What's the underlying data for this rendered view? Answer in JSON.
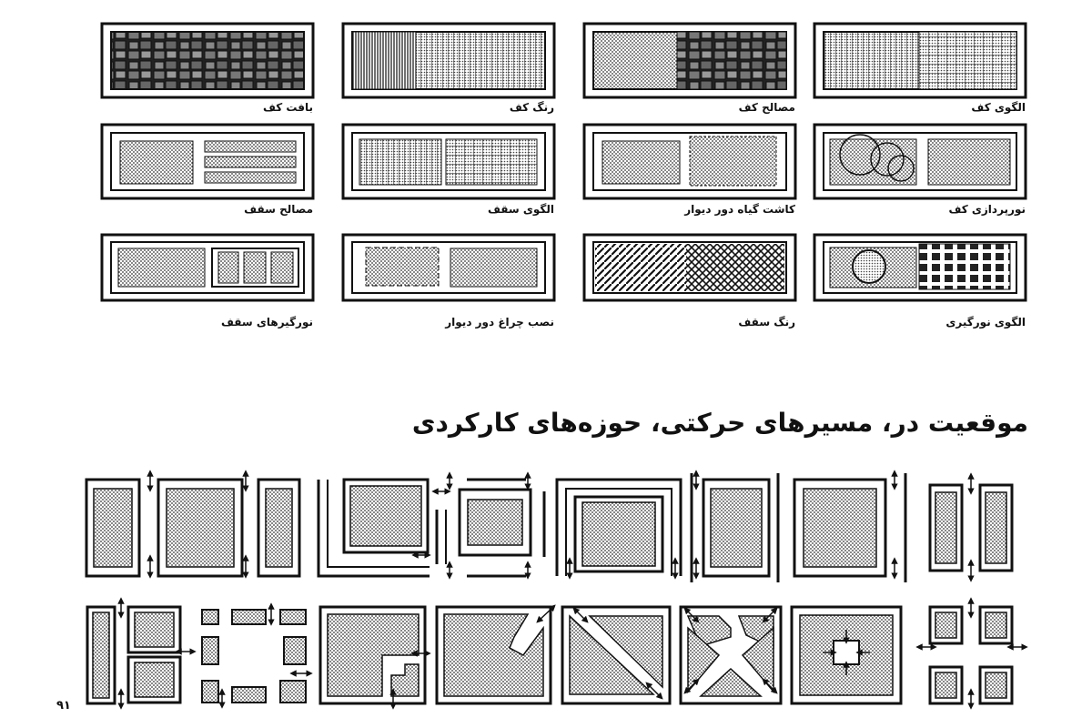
{
  "captions": {
    "floor_texture": "بافت کف",
    "floor_color": "رنگ کف",
    "floor_material": "مصالح کف",
    "floor_pattern": "الگوی کف",
    "ceiling_material": "مصالح سقف",
    "ceiling_pattern": "الگوی سقف",
    "wall_plants": "کاشت گیاه دور دیوار",
    "floor_lighting": "نورپردازی کف",
    "ceiling_lights": "نورگیرهای سقف",
    "wall_lamps": "نصب چراغ دور دیوار",
    "ceiling_color": "رنگ سقف",
    "skylight_pattern": "الگوی نورگیری"
  },
  "section_heading": "موقعیت در، مسیرهای حرکتی، حوزه‌های کارکردی",
  "page_number": "۹۱"
}
